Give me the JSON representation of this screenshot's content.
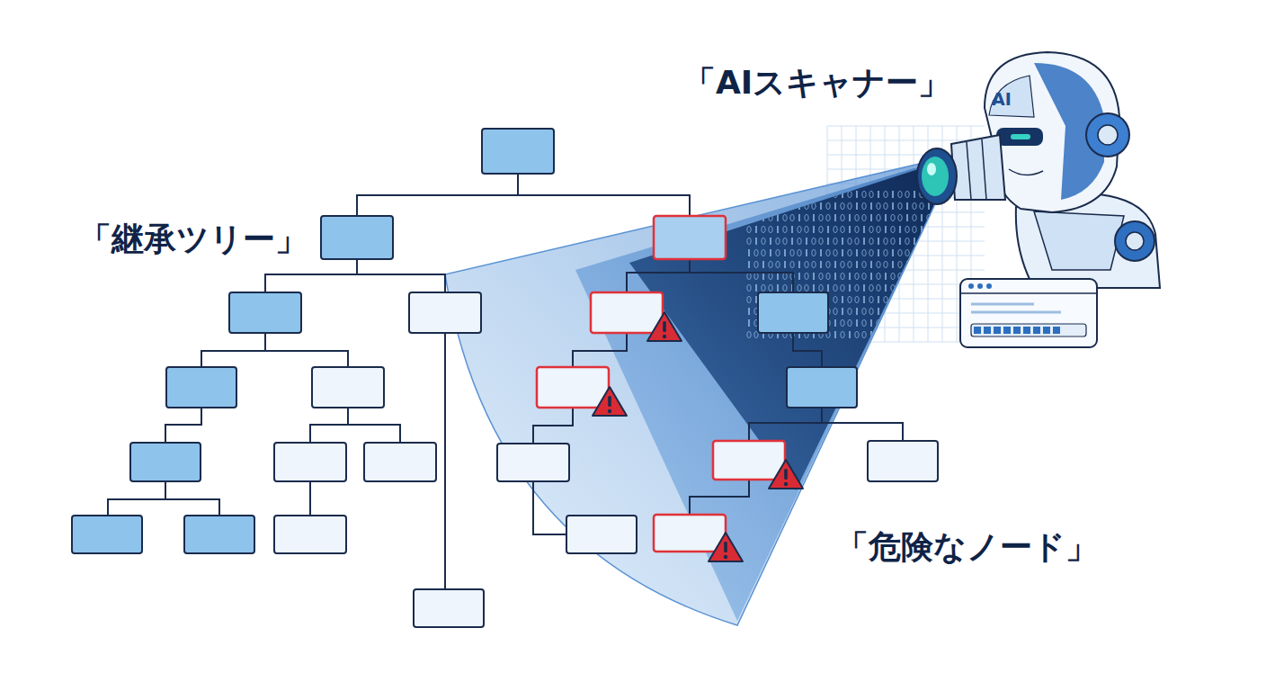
{
  "diagram": {
    "labels": [
      "「AIスキャナー」",
      "「継承ツリー」",
      "AI",
      "「危険なノード」"
    ]
  }
}
